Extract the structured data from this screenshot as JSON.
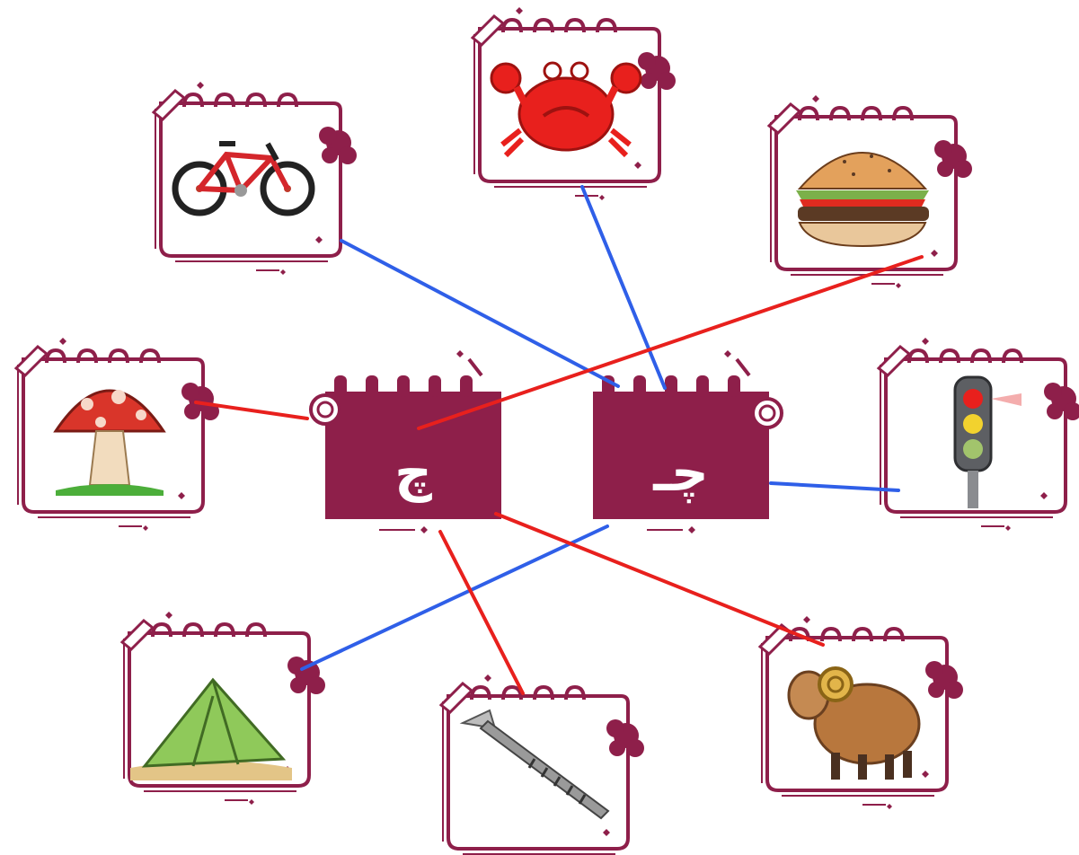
{
  "colors": {
    "card_maroon": "#8e1f4a",
    "card_paper": "#ffffff",
    "line_red": "#e8201d",
    "line_blue": "#2f5fe8"
  },
  "letters": {
    "left": {
      "glyph": "چ",
      "form": "isolated"
    },
    "right": {
      "glyph": "چـ",
      "form": "initial"
    }
  },
  "pictures": [
    {
      "id": "bicycle",
      "icon": "bicycle-icon"
    },
    {
      "id": "crab",
      "icon": "crab-icon"
    },
    {
      "id": "burger",
      "icon": "burger-icon"
    },
    {
      "id": "mushroom",
      "icon": "mushroom-icon"
    },
    {
      "id": "traffic_light",
      "icon": "traffic-light-icon"
    },
    {
      "id": "tent",
      "icon": "tent-icon"
    },
    {
      "id": "screw",
      "icon": "screw-icon"
    },
    {
      "id": "ram",
      "icon": "ram-icon"
    }
  ],
  "connections": [
    {
      "picture": "bicycle",
      "letter": "right",
      "color": "blue"
    },
    {
      "picture": "crab",
      "letter": "right",
      "color": "blue"
    },
    {
      "picture": "traffic_light",
      "letter": "right",
      "color": "blue"
    },
    {
      "picture": "tent",
      "letter": "right",
      "color": "blue"
    },
    {
      "picture": "burger",
      "letter": "left",
      "color": "red"
    },
    {
      "picture": "mushroom",
      "letter": "left",
      "color": "red"
    },
    {
      "picture": "screw",
      "letter": "left",
      "color": "red"
    },
    {
      "picture": "ram",
      "letter": "left",
      "color": "red"
    }
  ]
}
